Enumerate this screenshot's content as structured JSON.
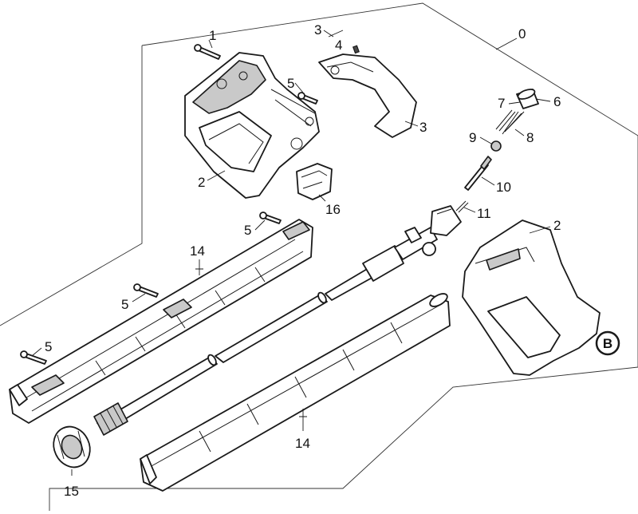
{
  "callouts": [
    {
      "id": "c0",
      "text": "0"
    },
    {
      "id": "c1",
      "text": "1"
    },
    {
      "id": "c2a",
      "text": "2"
    },
    {
      "id": "c2b",
      "text": "2"
    },
    {
      "id": "c3a",
      "text": "3"
    },
    {
      "id": "c3b",
      "text": "3"
    },
    {
      "id": "c4",
      "text": "4"
    },
    {
      "id": "c5a",
      "text": "5"
    },
    {
      "id": "c5b",
      "text": "5"
    },
    {
      "id": "c5c",
      "text": "5"
    },
    {
      "id": "c5d",
      "text": "5"
    },
    {
      "id": "c6",
      "text": "6"
    },
    {
      "id": "c7",
      "text": "7"
    },
    {
      "id": "c8",
      "text": "8"
    },
    {
      "id": "c9",
      "text": "9"
    },
    {
      "id": "c10",
      "text": "10"
    },
    {
      "id": "c11",
      "text": "11"
    },
    {
      "id": "c14a",
      "text": "14"
    },
    {
      "id": "c14b",
      "text": "14"
    },
    {
      "id": "c15",
      "text": "15"
    },
    {
      "id": "c16",
      "text": "16"
    }
  ],
  "badge": {
    "text": "B"
  }
}
